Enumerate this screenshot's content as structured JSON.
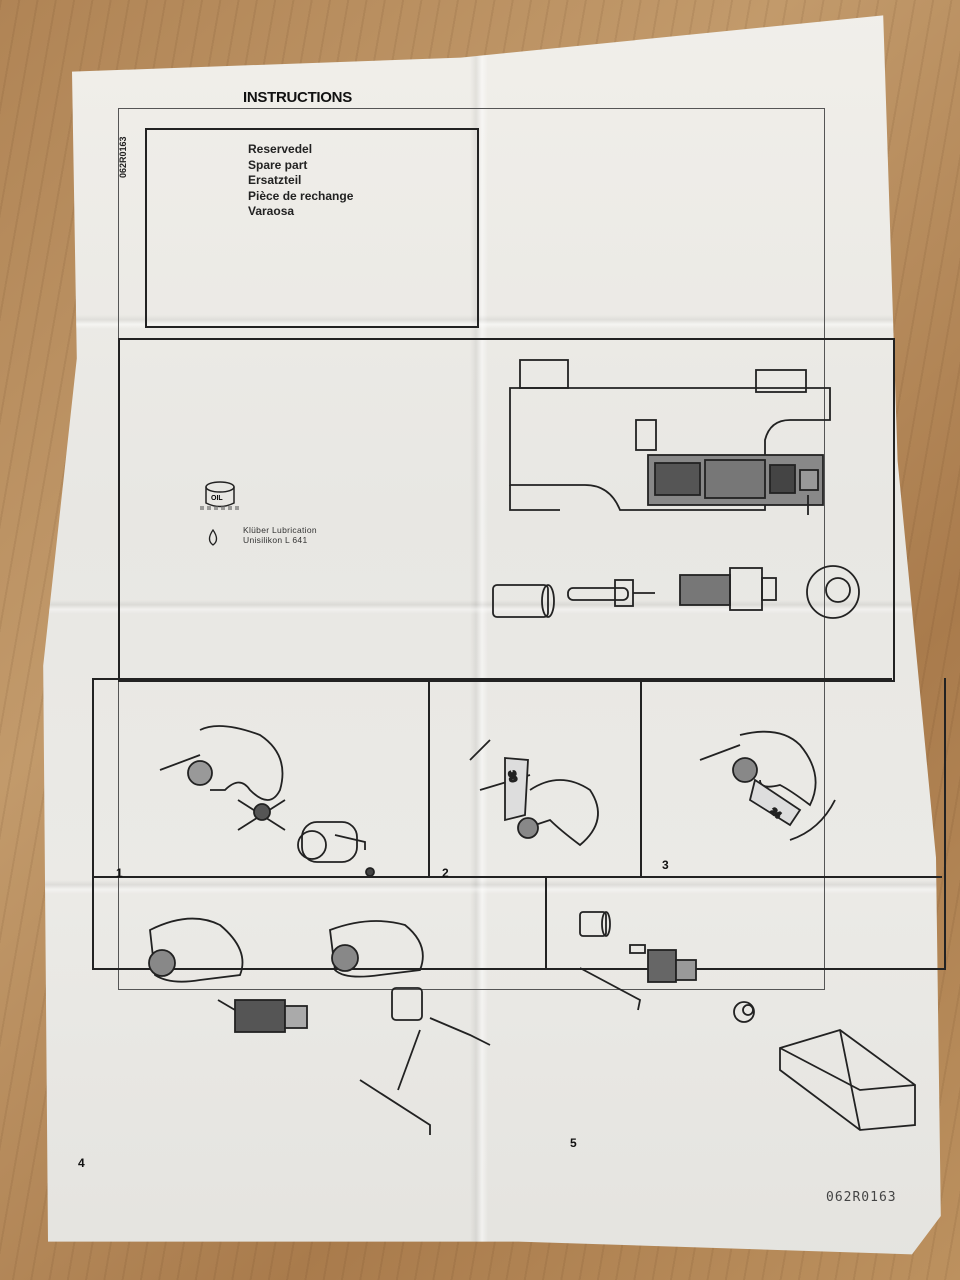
{
  "document": {
    "title": "INSTRUCTIONS",
    "vertical_code": "062R0163",
    "spare_part_labels": [
      "Reservedel",
      "Spare part",
      "Ersatzteil",
      "Pièce de rechange",
      "Varaosa"
    ],
    "lubricant": {
      "oil_label": "OIL",
      "line1": "Klüber Lubrication",
      "line2": "Unisilikon L 641"
    },
    "steps": [
      "1",
      "2",
      "3",
      "4",
      "5"
    ],
    "wrench_sizes": {
      "step2": "30",
      "step3": "24"
    },
    "footer_code": "062R0163"
  },
  "colors": {
    "wood": "#b08455",
    "paper": "#ecebe7",
    "ink": "#222222"
  }
}
